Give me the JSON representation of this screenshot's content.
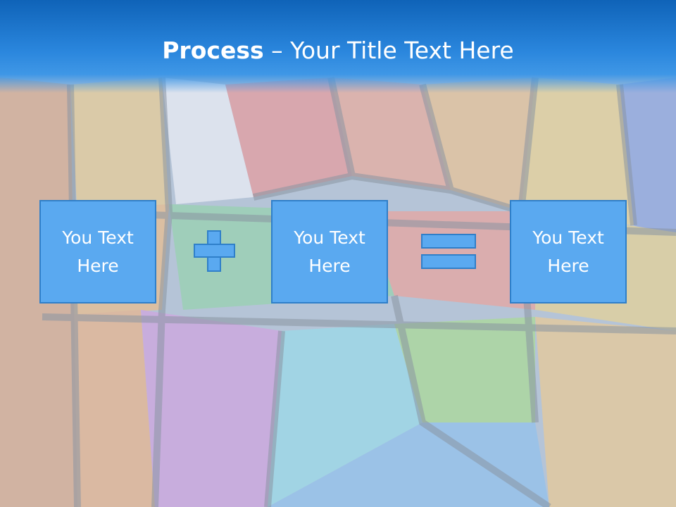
{
  "slide": {
    "title_bold": "Process",
    "title_rest": " – Your Title Text Here"
  },
  "boxes": [
    {
      "line1": "You Text",
      "line2": "Here"
    },
    {
      "line1": "You Text",
      "line2": "Here"
    },
    {
      "line1": "You Text",
      "line2": "Here"
    }
  ],
  "colors": {
    "header": "#1b73c8",
    "box_fill": "#5aa9f0",
    "box_border": "#2f7fc9",
    "text": "#ffffff"
  }
}
